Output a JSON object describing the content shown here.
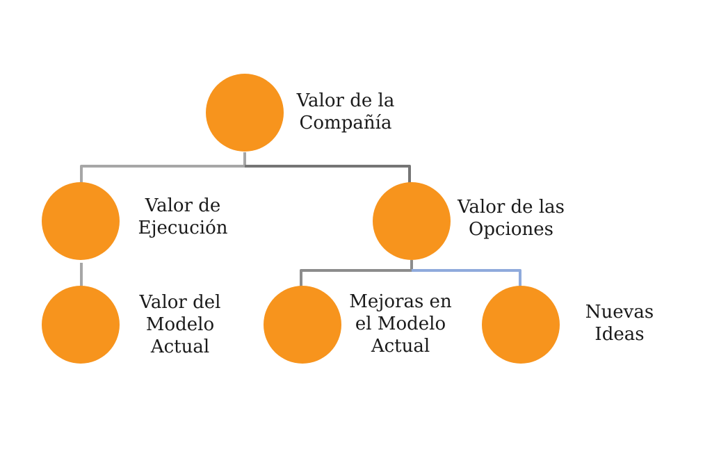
{
  "diagram": {
    "type": "tree",
    "colors": {
      "background": "#FFFFFF",
      "node_fill": "#F7941D",
      "connector_light_gray": "#A6A6A6",
      "connector_dark_gray": "#757575",
      "connector_mid_gray": "#8C8C8C",
      "connector_blue": "#8FAADC",
      "text": "#1A1A1A"
    },
    "nodes": {
      "company": {
        "label": "Valor de la\nCompañía"
      },
      "ejecucion": {
        "label": "Valor de\nEjecución"
      },
      "opciones": {
        "label": "Valor de las\nOpciones"
      },
      "modelo_actual": {
        "label": "Valor del\nModelo\nActual"
      },
      "mejoras": {
        "label": "Mejoras en\nel Modelo\nActual"
      },
      "nuevas_ideas": {
        "label": "Nuevas\nIdeas"
      }
    },
    "edges": [
      {
        "from": "company",
        "to": "ejecucion",
        "color": "#A6A6A6"
      },
      {
        "from": "company",
        "to": "opciones",
        "color": "#757575"
      },
      {
        "from": "ejecucion",
        "to": "modelo_actual",
        "color": "#A6A6A6"
      },
      {
        "from": "opciones",
        "to": "mejoras",
        "color": "#8C8C8C"
      },
      {
        "from": "opciones",
        "to": "nuevas_ideas",
        "color": "#8FAADC"
      }
    ]
  }
}
